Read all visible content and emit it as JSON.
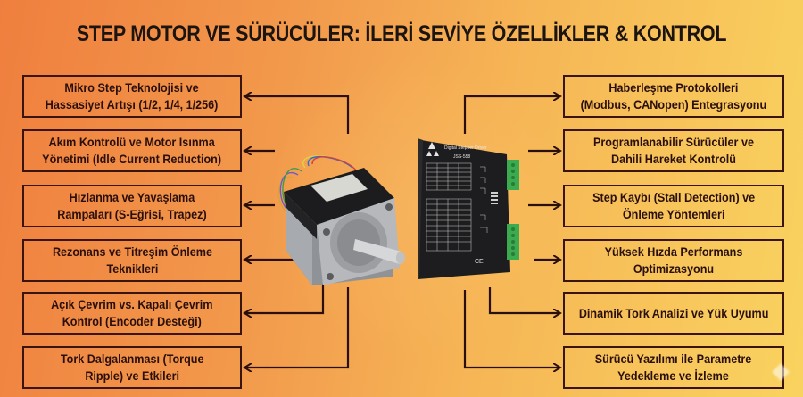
{
  "title": "STEP MOTOR VE SÜRÜCÜLER: İLERİ SEVİYE ÖZELLİKLER & KONTROL",
  "colors": {
    "bg_left": "#EF7F3E",
    "bg_right": "#F9D35F",
    "box_border": "#3a1410",
    "text": "#2a0f0c"
  },
  "left_boxes": [
    {
      "label": "Mikro Step Teknolojisi ve\nHassasiyet Artışı (1/2, 1/4, 1/256)"
    },
    {
      "label": "Akım Kontrolü ve Motor Isınma\nYönetimi (Idle Current Reduction)"
    },
    {
      "label": "Hızlanma ve Yavaşlama\nRampaları (S-Eğrisi, Trapez)"
    },
    {
      "label": "Rezonans ve Titreşim Önleme\nTeknikleri"
    },
    {
      "label": "Açık Çevrim vs. Kapalı Çevrim\nKontrol (Encoder Desteği)"
    },
    {
      "label": "Tork Dalgalanması (Torque\nRipple) ve Etkileri"
    }
  ],
  "right_boxes": [
    {
      "label": "Haberleşme Protokolleri\n(Modbus, CANopen) Entegrasyonu"
    },
    {
      "label": "Programlanabilir Sürücüler ve\nDahili Hareket Kontrolü"
    },
    {
      "label": "Step Kaybı (Stall Detection) ve\nÖnleme Yöntemleri"
    },
    {
      "label": "Yüksek Hızda Performans\nOptimizasyonu"
    },
    {
      "label": "Dinamik Tork Analizi ve Yük Uyumu"
    },
    {
      "label": "Sürücü Yazılımı ile Parametre\nYedekleme ve İzleme"
    }
  ],
  "center": {
    "motor_image": "stepper-motor",
    "driver_image": "stepper-driver",
    "driver_label": "Digital Stepper Driver",
    "driver_model": "JSS-558",
    "driver_mark": "CE"
  }
}
